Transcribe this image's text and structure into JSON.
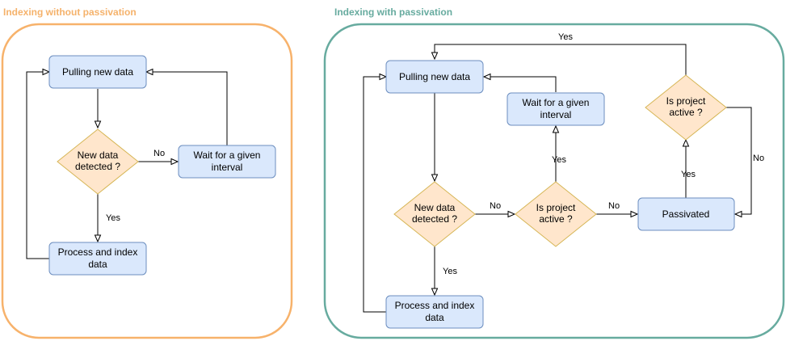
{
  "panels": {
    "left_title": "Indexing without passivation",
    "right_title": "Indexing with passivation"
  },
  "colors": {
    "left_border": "#f7b26b",
    "right_border": "#67ab9f",
    "process_fill": "#dae8fc",
    "process_stroke": "#6c8ebf",
    "decision_fill": "#ffe6cc",
    "decision_stroke": "#d6b656",
    "edge": "#000000"
  },
  "left": {
    "pull": "Pulling new data",
    "decision": [
      "New data",
      "detected ?"
    ],
    "wait": [
      "Wait for a given",
      "interval"
    ],
    "process": [
      "Process and index",
      "data"
    ],
    "no_label": "No",
    "yes_label": "Yes"
  },
  "right": {
    "pull": "Pulling new data",
    "wait": [
      "Wait for a given",
      "interval"
    ],
    "decision_new": [
      "New data",
      "detected ?"
    ],
    "decision_active_mid": [
      "Is project",
      "active ?"
    ],
    "decision_active_top": [
      "Is project",
      "active ?"
    ],
    "passivated": "Passivated",
    "process": [
      "Process and index",
      "data"
    ],
    "labels": {
      "top_yes": "Yes",
      "mid_yes": "Yes",
      "new_no": "No",
      "mid_no": "No",
      "passivated_yes": "Yes",
      "top_no": "No",
      "new_yes": "Yes"
    }
  }
}
